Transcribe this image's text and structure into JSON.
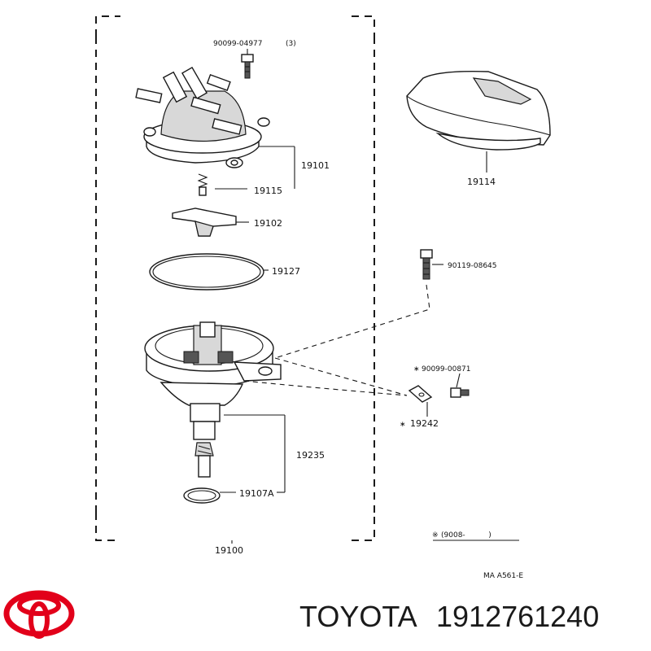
{
  "diagram": {
    "labels": {
      "bolt_cap": "90099-04977",
      "bolt_cap_qty": "(3)",
      "cap_assembly": "19101",
      "spring_contact": "19115",
      "rotor": "19102",
      "o_ring_large": "19127",
      "cover": "19114",
      "bolt_side": "90119-08645",
      "screw_marked": "90099-00871",
      "clamp_marked": "19242",
      "shaft_gear": "19235",
      "o_ring_small": "19107A",
      "distributor_assembly": "19100",
      "note": "(9008-          )",
      "diagram_code": "MA A561-E"
    },
    "note_mark": "※",
    "marker": "∗"
  },
  "brand": {
    "name": "TOYOTA",
    "part_number": "1912761240",
    "logo_color": "#e2001a"
  }
}
